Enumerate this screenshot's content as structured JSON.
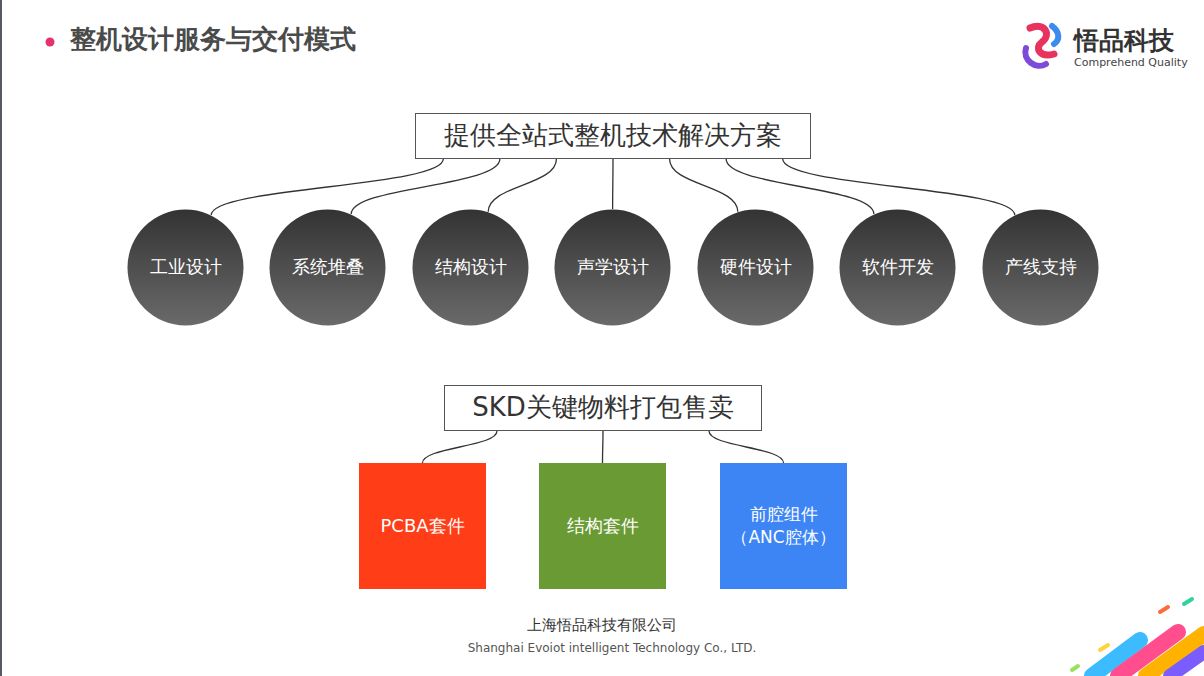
{
  "diagram": {
    "title": "整机设计服务与交付模式",
    "nodes": [
      {
        "text": [
          "提供全站式整机技术解决方案"
        ]
      },
      {
        "text": [
          "工业设计"
        ]
      },
      {
        "text": [
          "系统堆叠"
        ]
      },
      {
        "text": [
          "结构设计"
        ]
      },
      {
        "text": [
          "声学设计"
        ]
      },
      {
        "text": [
          "硬件设计"
        ]
      },
      {
        "text": [
          "软件开发"
        ]
      },
      {
        "text": [
          "产线支持"
        ]
      },
      {
        "text": [
          "SKD关键物料打包售卖"
        ]
      },
      {
        "text": [
          "PCBA套件"
        ]
      },
      {
        "text": [
          "结构套件"
        ]
      },
      {
        "text": [
          "前腔组件 （ANC腔体）"
        ]
      }
    ],
    "edges": [
      {
        "from": 0,
        "to": 1,
        "arrow": "none"
      },
      {
        "from": 0,
        "to": 2,
        "arrow": "none"
      },
      {
        "from": 0,
        "to": 3,
        "arrow": "none"
      },
      {
        "from": 0,
        "to": 4,
        "arrow": "none"
      },
      {
        "from": 0,
        "to": 5,
        "arrow": "none"
      },
      {
        "from": 0,
        "to": 6,
        "arrow": "none"
      },
      {
        "from": 0,
        "to": 7,
        "arrow": "none"
      },
      {
        "from": 8,
        "to": 9,
        "arrow": "none"
      },
      {
        "from": 8,
        "to": 10,
        "arrow": "none"
      },
      {
        "from": 8,
        "to": 11,
        "arrow": "none"
      }
    ],
    "labels": [
      "悟品科技",
      "Comprehend Quality",
      "上海悟品科技有限公司",
      "Shanghai Evoiot intelligent Technology Co., LTD."
    ]
  }
}
